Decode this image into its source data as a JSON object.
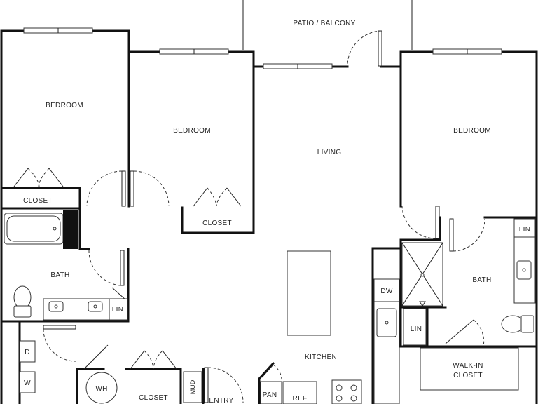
{
  "rooms": {
    "patio": "PATIO / BALCONY",
    "bedroom_1": "BEDROOM",
    "bedroom_2": "BEDROOM",
    "bedroom_3": "BEDROOM",
    "living": "LIVING",
    "closet_1": "CLOSET",
    "closet_2": "CLOSET",
    "closet_3": "CLOSET",
    "bath_1": "BATH",
    "bath_2": "BATH",
    "lin_1": "LIN",
    "lin_2": "LIN",
    "lin_3": "LIN",
    "dw": "DW",
    "kitchen": "KITCHEN",
    "walk_in_closet_line1": "WALK-IN",
    "walk_in_closet_line2": "CLOSET",
    "dryer": "D",
    "washer": "W",
    "water_heater": "WH",
    "mud": "MUD",
    "entry": "ENTRY",
    "pantry": "PAN",
    "refrigerator": "REF"
  }
}
